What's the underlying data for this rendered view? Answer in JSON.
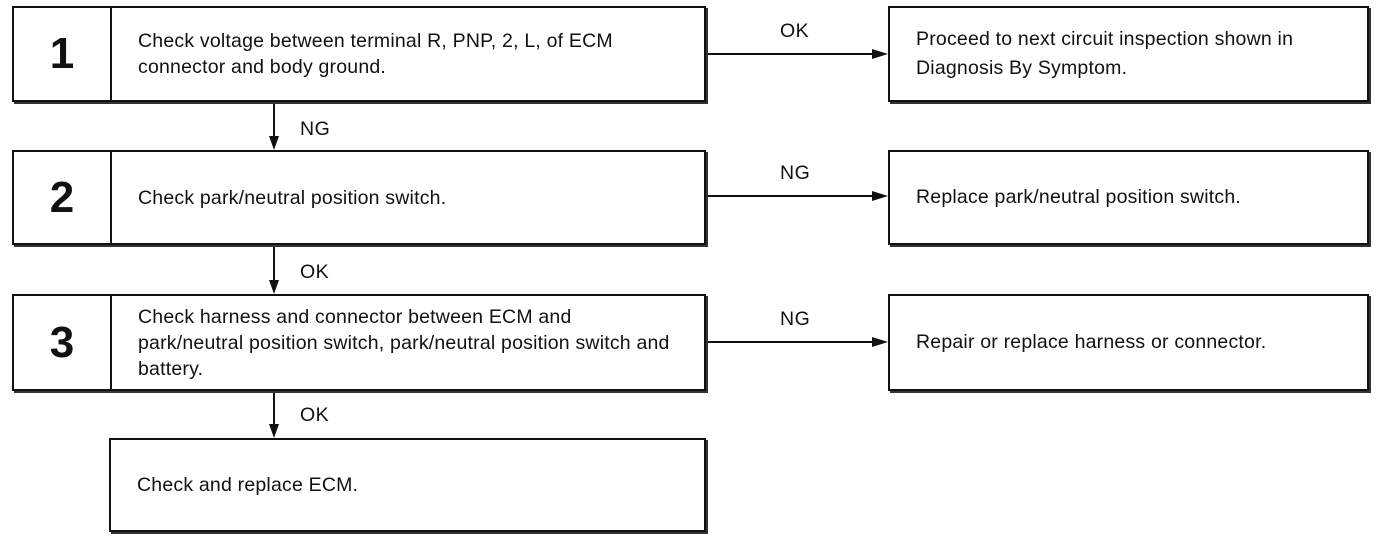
{
  "steps": [
    {
      "number": "1",
      "text": "Check voltage between terminal R, PNP, 2, L, of ECM connector and body ground."
    },
    {
      "number": "2",
      "text": "Check park/neutral position switch."
    },
    {
      "number": "3",
      "text": "Check harness and connector between ECM and park/neutral position switch, park/neutral position switch and battery."
    }
  ],
  "final_step": {
    "text": "Check and replace ECM."
  },
  "results": [
    {
      "label": "OK",
      "text": "Proceed to next circuit inspection shown in Diagnosis By Symptom."
    },
    {
      "label": "NG",
      "text": "Replace park/neutral position switch."
    },
    {
      "label": "NG",
      "text": "Repair or replace harness or connector."
    }
  ],
  "down_labels": [
    "NG",
    "OK",
    "OK"
  ]
}
